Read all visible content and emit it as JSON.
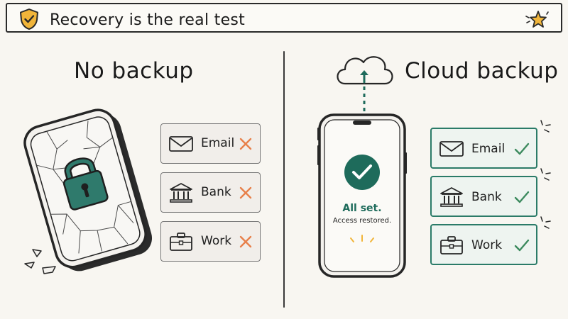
{
  "banner": {
    "title": "Recovery is the real test",
    "left_icon": "shield-check-icon",
    "right_icon": "sparkle-star-icon"
  },
  "left": {
    "heading": "No backup",
    "device": "cracked-phone-locked",
    "items": [
      {
        "label": "Email",
        "icon": "envelope-icon",
        "status": "failed"
      },
      {
        "label": "Bank",
        "icon": "bank-icon",
        "status": "failed"
      },
      {
        "label": "Work",
        "icon": "briefcase-icon",
        "status": "failed"
      }
    ]
  },
  "right": {
    "heading": "Cloud backup",
    "device": "phone-restored",
    "phone_status_title": "All set.",
    "phone_status_sub": "Access restored.",
    "items": [
      {
        "label": "Email",
        "icon": "envelope-icon",
        "status": "ok"
      },
      {
        "label": "Bank",
        "icon": "bank-icon",
        "status": "ok"
      },
      {
        "label": "Work",
        "icon": "briefcase-icon",
        "status": "ok"
      }
    ]
  },
  "colors": {
    "teal": "#1e6b5b",
    "fail": "#e8804a",
    "ok": "#3c8a5e",
    "star": "#f1b53a",
    "shield": "#f1b53a"
  }
}
